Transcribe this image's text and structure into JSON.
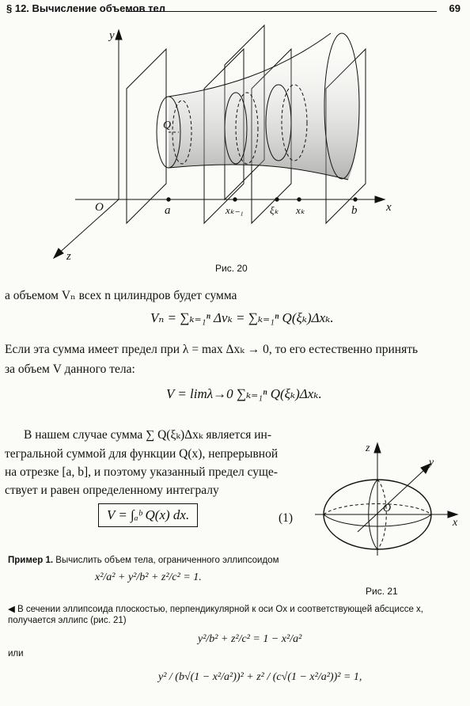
{
  "header": {
    "title": "§ 12. Вычисление объемов тел",
    "page": "69"
  },
  "figure20": {
    "caption": "Рис. 20",
    "labels": {
      "y": "y",
      "x": "x",
      "z": "z",
      "o": "O",
      "q": "Q",
      "a": "a",
      "xk1": "xₖ₋₁",
      "xik": "ξₖ",
      "xk": "xₖ",
      "b": "b"
    }
  },
  "text": {
    "p1": "а объемом Vₙ всех n цилиндров будет сумма",
    "f1": "Vₙ = ∑ₖ₌₁ⁿ Δvₖ = ∑ₖ₌₁ⁿ Q(ξₖ)Δxₖ.",
    "p2a": "Если эта сумма имеет предел при λ = max Δxₖ → 0, то его естественно принять",
    "p2b": "за объем V данного тела:",
    "f2": "V = limλ→0 ∑ₖ₌₁ⁿ Q(ξₖ)Δxₖ.",
    "p3a": "В нашем случае сумма ∑ Q(ξₖ)Δxₖ является ин-",
    "p3b": "тегральной суммой для функции Q(x), непрерывной",
    "p3c": "на отрезке [a, b], и поэтому указанный предел суще-",
    "p3d": "ствует и равен определенному интегралу",
    "f3": "V = ∫ₐᵇ Q(x) dx.",
    "eqnum": "(1)"
  },
  "figure21": {
    "caption": "Рис. 21",
    "labels": {
      "z": "z",
      "y": "y",
      "x": "x",
      "o": "O"
    }
  },
  "example": {
    "title": "Пример 1.",
    "text": "Вычислить объем тела, ограниченного эллипсоидом",
    "eq": "x²/a² + y²/b² + z²/c² = 1.",
    "sol1": "◀ В сечении эллипсоида плоскостью, перпендикулярной к оси Ox и соответствующей абсциссе x,",
    "sol2": "получается эллипс (рис. 21)",
    "eq2": "y²/b² + z²/c² = 1 − x²/a²",
    "or": "или",
    "eq3": "y² / (b√(1 − x²/a²))² + z² / (c√(1 − x²/a²))² = 1,"
  },
  "colors": {
    "ink": "#111111",
    "paper": "#fbfbf8",
    "shade": "#9a9a9a"
  }
}
